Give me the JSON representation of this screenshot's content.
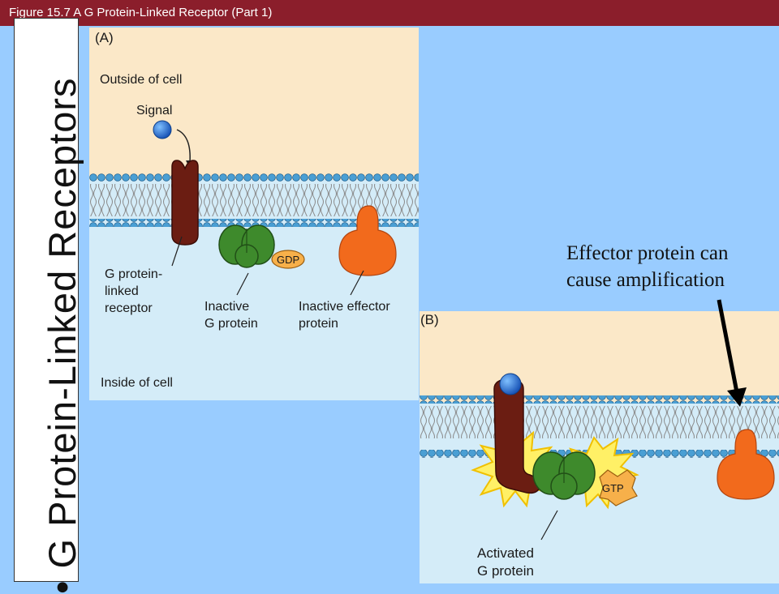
{
  "header": {
    "title": "Figure 15.7  A G Protein-Linked Receptor (Part 1)"
  },
  "sidebar": {
    "bullet": "•",
    "title": "G Protein-Linked Receptors"
  },
  "panel_a": {
    "letter": "(A)",
    "outside": "Outside of cell",
    "signal": "Signal",
    "receptor": "G protein-\nlinked\nreceptor",
    "g_protein": "Inactive\nG protein",
    "gdp": "GDP",
    "effector": "Inactive effector\nprotein",
    "inside": "Inside of cell"
  },
  "panel_b": {
    "letter": "(B)",
    "gtp": "GTP",
    "g_protein": "Activated\nG protein"
  },
  "annotation": {
    "text": "Effector protein can\ncause amplification"
  },
  "colors": {
    "header_bg": "#8b1e2b",
    "background": "#99ccff",
    "extracellular": "#fbe8c8",
    "cytoplasm": "#d4ecf8",
    "receptor": "#6b1d12",
    "g_protein": "#3e8a2c",
    "effector": "#f26a1c",
    "nucleotide": "#f7b04a",
    "signal": "#1b6fd0"
  }
}
